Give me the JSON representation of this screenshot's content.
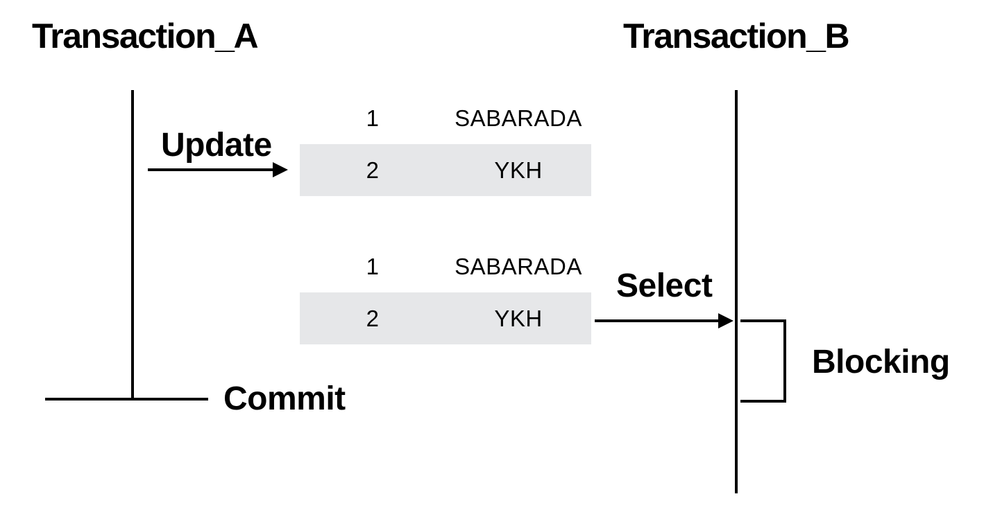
{
  "diagram": {
    "background_color": "#ffffff",
    "line_color": "#000000",
    "highlight_row_color": "#e6e7e9",
    "transaction_a": {
      "title": "Transaction_A"
    },
    "transaction_b": {
      "title": "Transaction_B"
    },
    "actions": {
      "update": {
        "label": "Update"
      },
      "select": {
        "label": "Select"
      },
      "commit": {
        "label": "Commit"
      },
      "blocking": {
        "label": "Blocking"
      }
    },
    "table_snapshots": [
      {
        "rows": [
          {
            "id": "1",
            "value": "SABARADA",
            "highlighted": false
          },
          {
            "id": "2",
            "value": "YKH",
            "highlighted": true
          }
        ]
      },
      {
        "rows": [
          {
            "id": "1",
            "value": "SABARADA",
            "highlighted": false
          },
          {
            "id": "2",
            "value": "YKH",
            "highlighted": true
          }
        ]
      }
    ]
  }
}
